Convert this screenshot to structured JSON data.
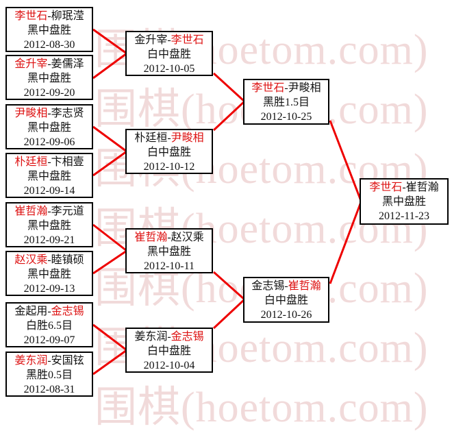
{
  "watermark": {
    "text": "围棋(hoetom.com)",
    "color": "#f1dada"
  },
  "colors": {
    "connector": "#ee0000",
    "winner_text": "#dd1111",
    "text": "#111111",
    "box_border": "#000000",
    "background": "#ffffff"
  },
  "separator": "-",
  "rounds": {
    "round1": [
      {
        "p1": "李世石",
        "p2": "柳珉滢",
        "winner": "李世石",
        "result": "黑中盘胜",
        "date": "2012-08-30"
      },
      {
        "p1": "金升宰",
        "p2": "姜儒泽",
        "winner": "金升宰",
        "result": "黑中盘胜",
        "date": "2012-09-20"
      },
      {
        "p1": "尹畯相",
        "p2": "李志贤",
        "winner": "尹畯相",
        "result": "黑中盘胜",
        "date": "2012-09-06"
      },
      {
        "p1": "朴廷桓",
        "p2": "卞相壹",
        "winner": "朴廷桓",
        "result": "黑中盘胜",
        "date": "2012-09-14"
      },
      {
        "p1": "崔哲瀚",
        "p2": "李元道",
        "winner": "崔哲瀚",
        "result": "黑中盘胜",
        "date": "2012-09-21"
      },
      {
        "p1": "赵汉乘",
        "p2": "睦镇硕",
        "winner": "赵汉乘",
        "result": "黑中盘胜",
        "date": "2012-09-13"
      },
      {
        "p1": "金起用",
        "p2": "金志锡",
        "winner": "金志锡",
        "result": "白胜6.5目",
        "date": "2012-09-07"
      },
      {
        "p1": "姜东润",
        "p2": "安国铉",
        "winner": "姜东润",
        "result": "黑胜0.5目",
        "date": "2012-08-31"
      }
    ],
    "round2": [
      {
        "p1": "金升宰",
        "p2": "李世石",
        "winner": "李世石",
        "result": "白中盘胜",
        "date": "2012-10-05"
      },
      {
        "p1": "朴廷桓",
        "p2": "尹畯相",
        "winner": "尹畯相",
        "result": "白中盘胜",
        "date": "2012-10-12"
      },
      {
        "p1": "崔哲瀚",
        "p2": "赵汉乘",
        "winner": "崔哲瀚",
        "result": "黑中盘胜",
        "date": "2012-10-11"
      },
      {
        "p1": "姜东润",
        "p2": "金志锡",
        "winner": "金志锡",
        "result": "白中盘胜",
        "date": "2012-10-04"
      }
    ],
    "semifinal": [
      {
        "p1": "李世石",
        "p2": "尹畯相",
        "winner": "李世石",
        "result": "黑胜1.5目",
        "date": "2012-10-25"
      },
      {
        "p1": "金志锡",
        "p2": "崔哲瀚",
        "winner": "崔哲瀚",
        "result": "白中盘胜",
        "date": "2012-10-26"
      }
    ],
    "final": [
      {
        "p1": "李世石",
        "p2": "崔哲瀚",
        "winner": "李世石",
        "result": "黑中盘胜",
        "date": "2012-11-23"
      }
    ]
  }
}
